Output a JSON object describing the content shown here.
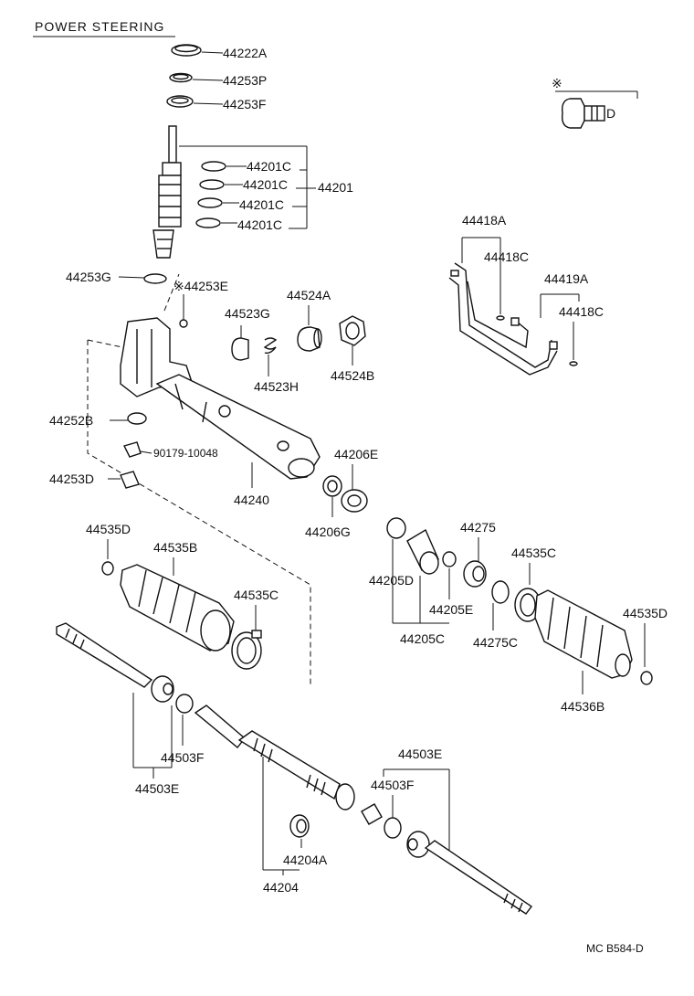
{
  "title": "POWER STEERING",
  "footer_code": "MC B584-D",
  "note_mark": "※",
  "callout_letter": "D",
  "labels": {
    "p44222A": "44222A",
    "p44253P": "44253P",
    "p44253F": "44253F",
    "p44201C_1": "44201C",
    "p44201C_2": "44201C",
    "p44201C_3": "44201C",
    "p44201C_4": "44201C",
    "p44201": "44201",
    "p44253G": "44253G",
    "p44253E": "※44253E",
    "p44523G": "44523G",
    "p44524A": "44524A",
    "p44523H": "44523H",
    "p44524B": "44524B",
    "p44252B": "44252B",
    "p90179": "90179-10048",
    "p44253D": "44253D",
    "p44240": "44240",
    "p44206E": "44206E",
    "p44206G": "44206G",
    "p44418A": "44418A",
    "p44418C_1": "44418C",
    "p44419A": "44419A",
    "p44418C_2": "44418C",
    "p44535D_L": "44535D",
    "p44535B": "44535B",
    "p44535C_L": "44535C",
    "p44275": "44275",
    "p44535C_R": "44535C",
    "p44205D": "44205D",
    "p44205E": "44205E",
    "p44205C": "44205C",
    "p44275C": "44275C",
    "p44535D_R": "44535D",
    "p44536B": "44536B",
    "p44503F_L": "44503F",
    "p44503E_L": "44503E",
    "p44503E_R": "44503E",
    "p44503F_R": "44503F",
    "p44204A": "44204A",
    "p44204": "44204"
  }
}
